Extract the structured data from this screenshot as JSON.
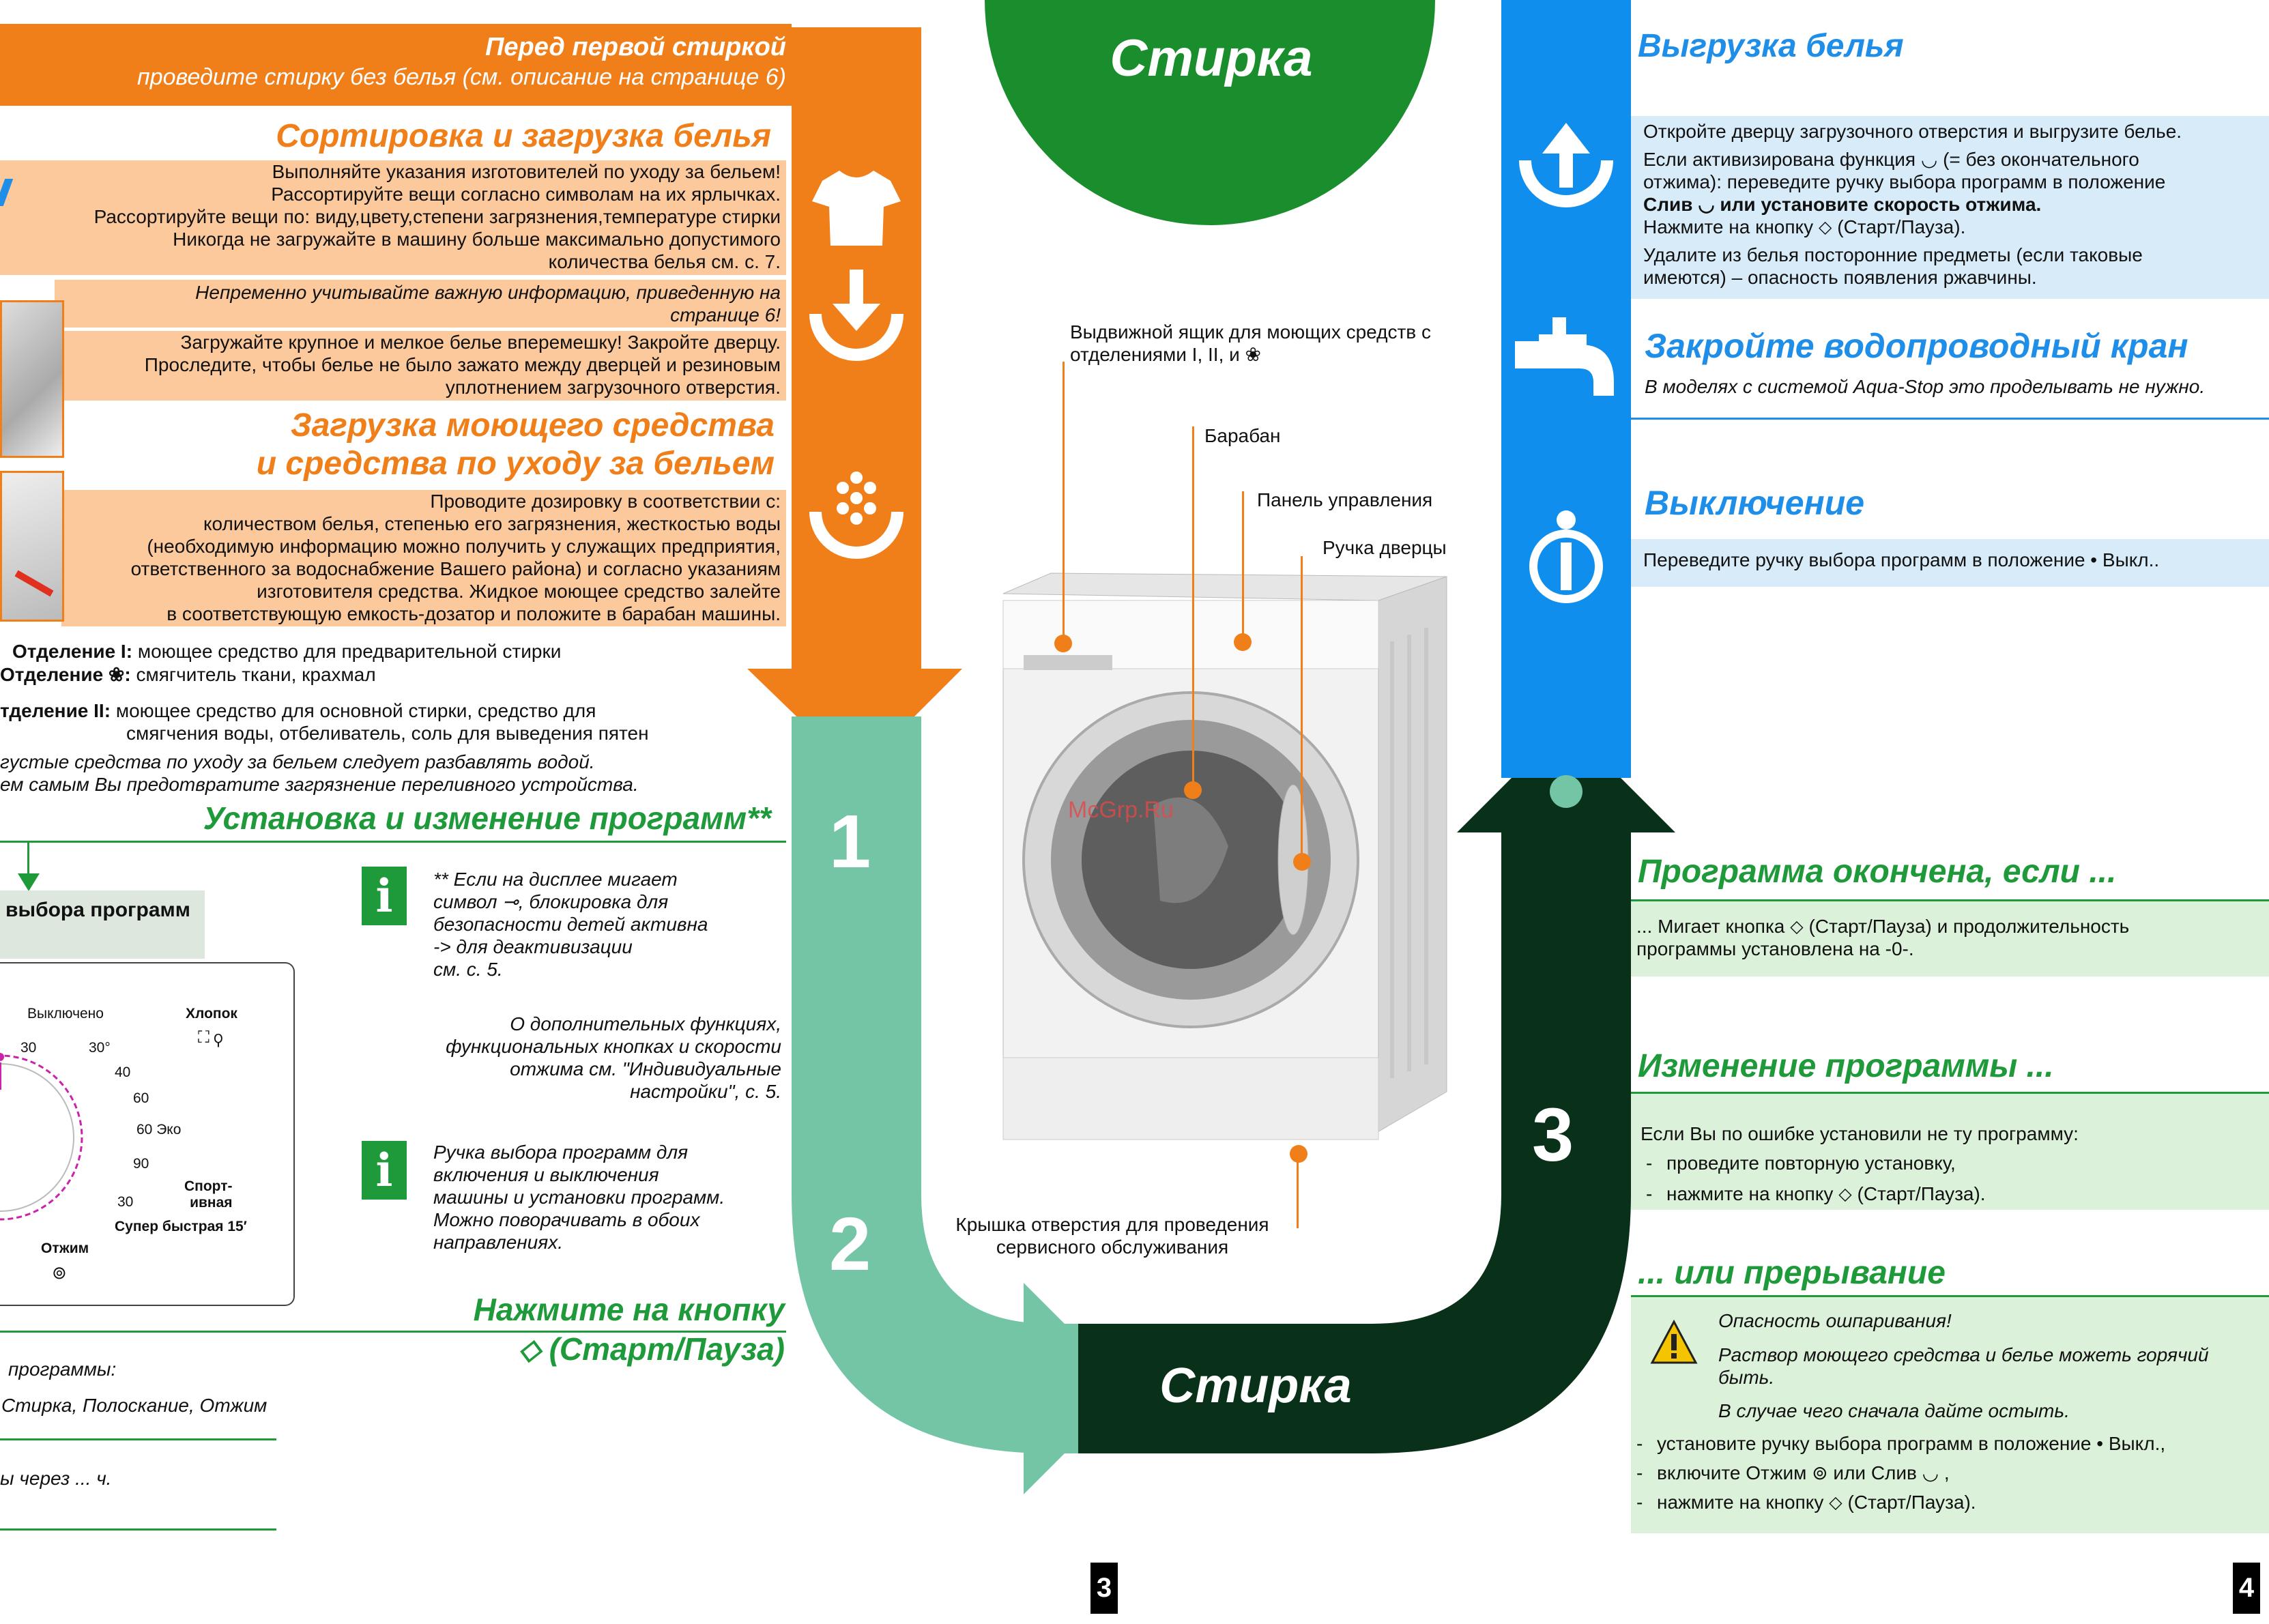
{
  "colors": {
    "orange": "#f07f1a",
    "teal": "#74c5a6",
    "dark_green": "#093018",
    "blue": "#0f8eee",
    "green": "#1f9a3a",
    "page_num_bg": "#000000"
  },
  "center": {
    "top_title": "Стирка",
    "bottom_title": "Стирка",
    "step1": "1",
    "step2": "2",
    "step3": "3",
    "labels": {
      "drawer": "Выдвижной ящик для моющих средств с отделениями I, II, и ❀",
      "drum": "Барабан",
      "panel": "Панель управления",
      "handle": "Ручка дверцы",
      "service": "Крышка отверстия для проведения сервисного обслуживания"
    },
    "watermark": "McGrp.Ru"
  },
  "left": {
    "before_title": "Перед первой стиркой",
    "before_text": "проведите стирку без белья (см. описание на странице 6)",
    "sort_title": "Сортировка и загрузка белья",
    "sort_text": [
      "Выполняйте указания изготовителей по уходу за бельем!",
      "Рассортируйте вещи согласно символам на их ярлычках.",
      "Рассортируйте вещи по: виду,цвету,степени загрязнения,температуре стирки",
      "Никогда не загружайте в машину больше максимально допустимого",
      "количества белья см. с. 7."
    ],
    "note1": "Непременно учитывайте важную информацию, приведенную на странице 6!",
    "load_text": [
      "Загружайте крупное и мелкое белье вперемешку! Закройте дверцу.",
      "Проследите, чтобы белье не было зажато между дверцей и резиновым",
      "уплотнением загрузочного отверстия."
    ],
    "detergent_title_1": "Загрузка моющего средства",
    "detergent_title_2": "и средства по уходу за бельем",
    "detergent_text": [
      "Проводите дозировку в соответствии с:",
      "количеством белья, степенью его загрязнения, жесткостью воды",
      "(необходимую информацию можно получить у служащих предприятия,",
      "ответственного за водоснабжение Вашего района) и согласно указаниям",
      "изготовителя средства. Жидкое моющее средство залейте",
      "в соответствующую емкость-дозатор и положите в барабан машины."
    ],
    "comp1_label": "Отделение I:",
    "comp1_text": "моющее средство для предварительной стирки",
    "comp2_label": "Отделение ❀:",
    "comp2_text": "смягчитель ткани, крахмал",
    "comp3_label": "тделение II:",
    "comp3_text_1": "моющее средство для основной стирки, средство для",
    "comp3_text_2": "смягчения воды, отбеливатель, соль для выведения пятен",
    "thick_1": "густые средства по уходу за бельем следует разбавлять водой.",
    "thick_2": "ем самым Вы предотвратите загрязнение переливного устройства.",
    "program_title": "Установка и изменение программ**",
    "selector_label": "выбора программ",
    "dial": {
      "off": "Выключено",
      "cotton": "Хлопок",
      "t30a": "30",
      "t30b": "30°",
      "t40a": "0",
      "t40b": "40",
      "t60": "60",
      "t60eco": "60 Эко",
      "t90": "90",
      "t30c": "30",
      "t30d": "0",
      "sport": "Спорт-\nивная",
      "superfast": "Супер быстрая 15′",
      "spin": "Отжим"
    },
    "info1": [
      "** Если на дисплее мигает",
      "символ ⊸, блокировка для",
      "безопасности детей активна",
      "-> для деактивизации",
      "см. с. 5."
    ],
    "info_extra": [
      "О дополнительных функциях,",
      "функциональных кнопках и скорости",
      "отжима см. \"Индивидуальные",
      "настройки\", с. 5."
    ],
    "info2": [
      "Ручка выбора программ для",
      "включения и выключения",
      "машины и установки программ.",
      "Можно поворачивать в обоих",
      "направлениях."
    ],
    "press_title_1": "Нажмите на кнопку",
    "press_title_2": "⬦ (Старт/Паузa)",
    "prog_line": "программы:",
    "prog_steps": "Стирка, Полоскание, Отжим",
    "through": "ы через ... ч."
  },
  "right": {
    "unload_title": "Выгрузка белья",
    "unload_text": [
      "Откройте дверцу загрузочного отверстия и выгрузите белье.",
      "Если активизирована функция ◡ (= без окончательного",
      "отжима): переведите ручку выбора программ в положение",
      "Слив ◡ или установите скорость отжима.",
      "Нажмите на кнопку ⬦ (Старт/Пауза).",
      "Удалите из белья посторонние предметы (если таковые",
      "имеются) – опасность появления ржавчины."
    ],
    "tap_title": "Закройте водопроводный кран",
    "tap_text": "В моделях с системой Aqua-Stop это проделывать не нужно.",
    "off_title": "Выключение",
    "off_text": "Переведите ручку выбора программ в положение • Выкл..",
    "done_title": "Программа окончена, если ...",
    "done_text": [
      "... Мигает кнопка ⬦ (Старт/Пауза) и продолжительность",
      "программы установлена на -0-."
    ],
    "change_title": "Изменение программы ...",
    "change_intro": "Если Вы по ошибке установили не ту программу:",
    "change_items": [
      "проведите повторную установку,",
      "нажмите на кнопку ⬦ (Старт/Пауза)."
    ],
    "abort_title": "... или прерывание",
    "warn_1": "Опасность ошпаривания!",
    "warn_2": "Раствор моющего средства и белье можеть горячий быть.",
    "warn_3": "В случае чего сначала дайте остыть.",
    "abort_items": [
      "установите ручку выбора программ в положение • Выкл.,",
      "включите Отжим ⊚ или Слив ◡ ,",
      "нажмите на кнопку ⬦ (Старт/Пауза)."
    ]
  },
  "pages": {
    "left": "3",
    "right": "4"
  }
}
